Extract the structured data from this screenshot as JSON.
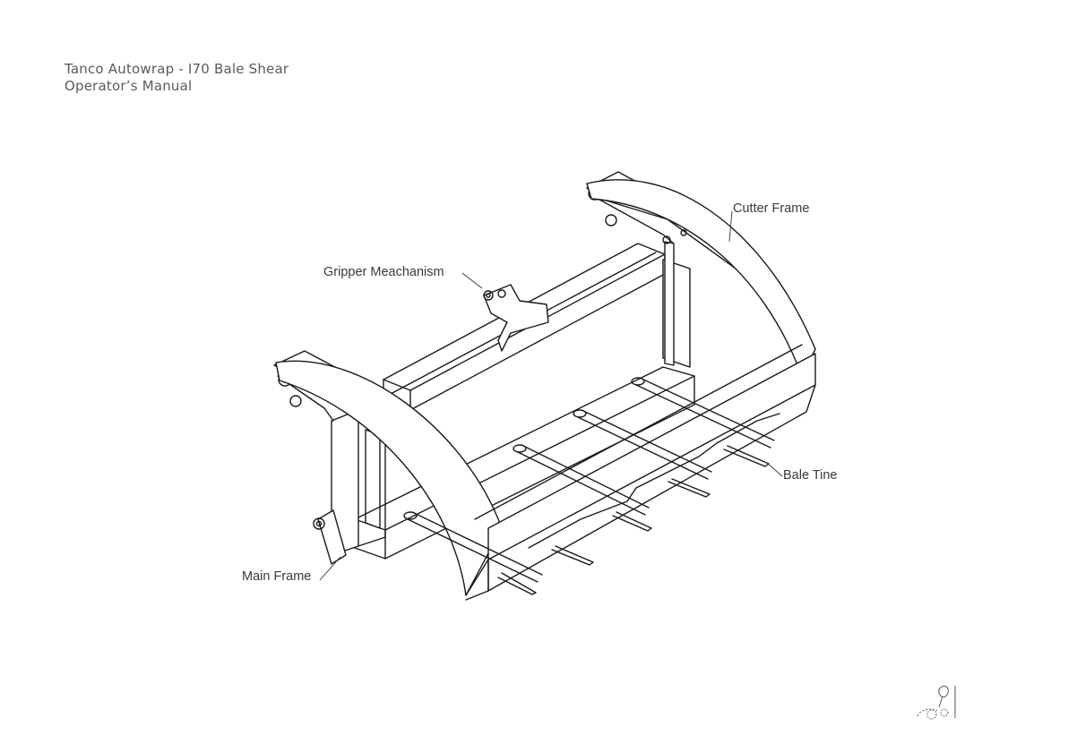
{
  "header": {
    "title": "Tanco Autowrap - I70 Bale Shear",
    "subtitle": "Operator’s Manual"
  },
  "callouts": {
    "cutter_frame": "Cutter Frame",
    "gripper": "Gripper Meachanism",
    "bale_tine": "Bale Tine",
    "main_frame": "Main Frame"
  },
  "icons": {
    "diagram": "bale-shear-line-drawing",
    "footer": "tanco-logo-icon"
  }
}
